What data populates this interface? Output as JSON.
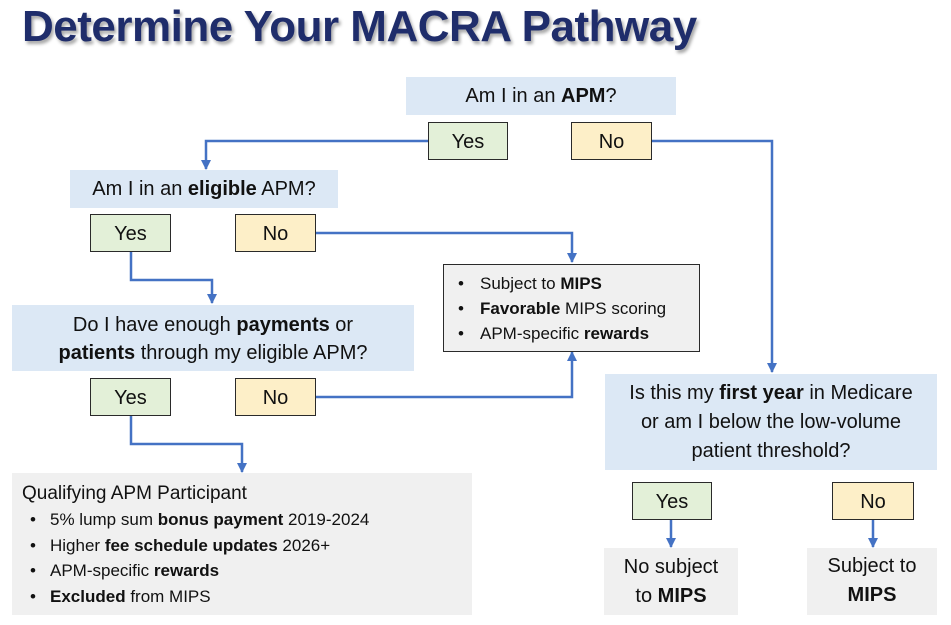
{
  "title": "Determine Your MACRA Pathway",
  "q1": {
    "pre": "Am I in an ",
    "bold": "APM",
    "post": "?"
  },
  "q1_yes": "Yes",
  "q1_no": "No",
  "q2": {
    "pre": "Am I in an ",
    "bold": "eligible",
    "post": " APM?"
  },
  "q2_yes": "Yes",
  "q2_no": "No",
  "mips_box": [
    {
      "pre": "Subject to ",
      "bold": "MIPS",
      "post": ""
    },
    {
      "pre": "",
      "bold": "Favorable",
      "post": " MIPS scoring"
    },
    {
      "pre": "APM-specific ",
      "bold": "rewards",
      "post": ""
    }
  ],
  "q3": {
    "line1_pre": "Do I have enough ",
    "line1_bold": "payments",
    "line1_post": " or",
    "line2_bold": "patients",
    "line2_post": " through my eligible APM?"
  },
  "q3_yes": "Yes",
  "q3_no": "No",
  "qap": {
    "heading": "Qualifying APM Participant",
    "items": [
      {
        "pre": "5% lump sum ",
        "bold": "bonus payment",
        "post": " 2019-2024"
      },
      {
        "pre": "Higher ",
        "bold": "fee schedule updates",
        "post": " 2026+"
      },
      {
        "pre": "APM-specific ",
        "bold": "rewards",
        "post": ""
      },
      {
        "pre": "",
        "bold": "Excluded",
        "post": " from MIPS"
      }
    ]
  },
  "q4": {
    "line1_pre": "Is this my ",
    "line1_bold": "first year",
    "line1_post": " in Medicare",
    "line2": "or am I below the low-volume",
    "line3": "patient threshold?"
  },
  "q4_yes": "Yes",
  "q4_no": "No",
  "result_yes": {
    "line1": "No subject",
    "line2_pre": "to ",
    "line2_bold": "MIPS"
  },
  "result_no": {
    "line1": "Subject to",
    "line2_bold": "MIPS"
  },
  "colors": {
    "title": "#1f2d6b",
    "arrow": "#4472c4",
    "question_fill": "#dce8f5",
    "yes_fill": "#e3f0d8",
    "no_fill": "#fdefc8",
    "result_fill": "#f0f0f0"
  }
}
